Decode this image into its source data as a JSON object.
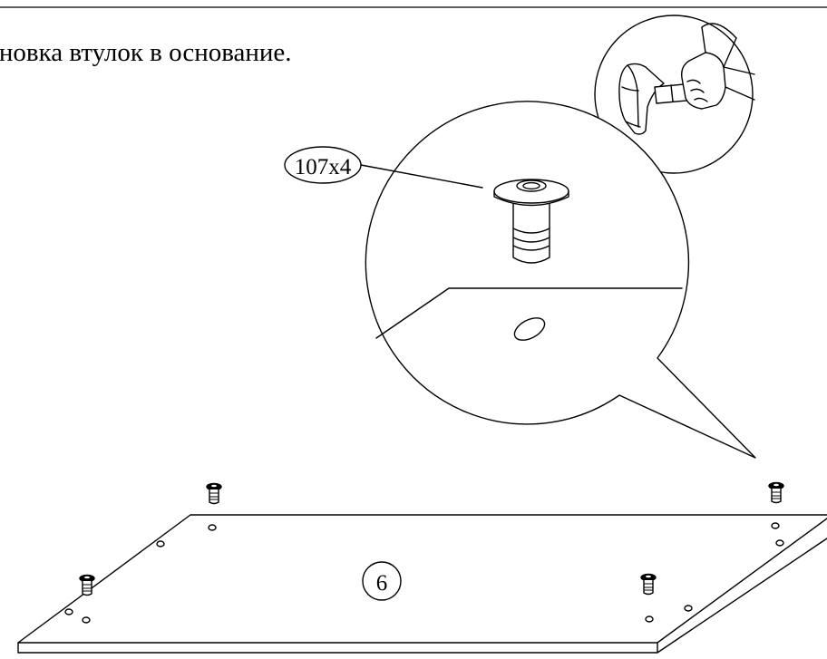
{
  "caption": "ановка втулок в основание.",
  "part_label": "107x4",
  "panel_number": "6",
  "icons": [
    "hammer-in-hand-icon",
    "bushing-icon"
  ],
  "colors": {
    "line": "#000000",
    "background": "#ffffff"
  }
}
